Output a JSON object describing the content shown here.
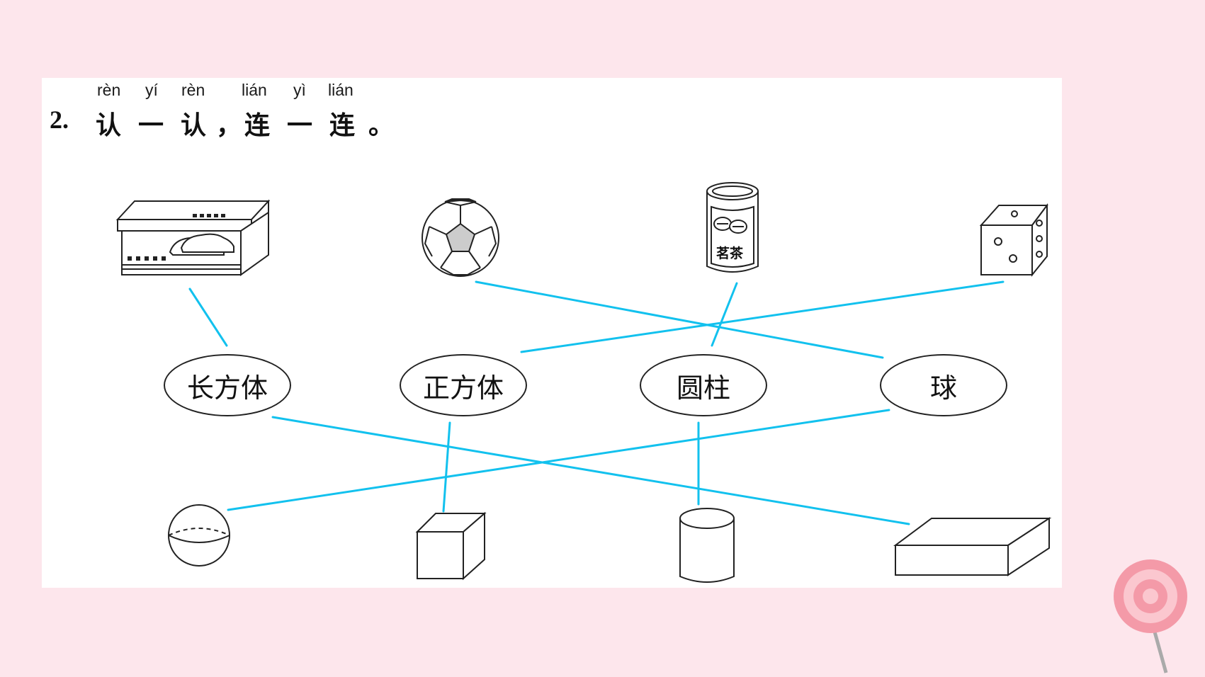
{
  "question": {
    "number": "2.",
    "pinyin": [
      "rèn",
      "yí",
      "rèn",
      "lián",
      "yì",
      "lián"
    ],
    "chars": [
      "认",
      "一",
      "认",
      "，",
      "连",
      "一",
      "连",
      "。"
    ]
  },
  "labels": [
    "长方体",
    "正方体",
    "圆柱",
    "球"
  ],
  "tea_can_text": "茗茶",
  "colors": {
    "background": "#fde6ec",
    "line": "#12c1ee",
    "ink": "#222222"
  },
  "icons": [
    "shoe-box-icon",
    "soccer-ball-icon",
    "tea-can-icon",
    "dice-icon",
    "sphere-icon",
    "cube-icon",
    "cylinder-icon",
    "cuboid-icon",
    "lollipop-icon"
  ]
}
